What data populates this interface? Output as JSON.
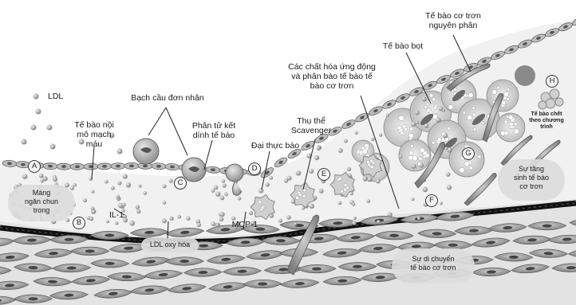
{
  "labels": {
    "ldl": "LDL",
    "endothelial": [
      "Tế bào nội",
      "mô mạch",
      "máu"
    ],
    "monocyte": "Bạch cầu đơn nhân",
    "adhesion": [
      "Phân tử kết",
      "dính tế bào"
    ],
    "macrophage": "Đại thực bào",
    "scavenger": [
      "Thụ thể",
      "Scavenger"
    ],
    "chemo": [
      "Các chất hóa ứng động",
      "và phân bào tế bào tế",
      "bào cơ trơn"
    ],
    "foam": "Tế bào bọt",
    "smc_division": [
      "Tế bào cơ trơn",
      "nguyên phân"
    ],
    "dead": [
      "Tế bào chết",
      "theo chương",
      "trình"
    ],
    "proliferation": [
      "Sự tăng",
      "sinh tế bào",
      "cơ trơn"
    ],
    "migration": [
      "Sự di chuyển",
      "tế bào cơ trơn"
    ],
    "ox_ldl": "LDL oxy hóa",
    "mcp1": "MCP-1",
    "il1": "IL-1",
    "lamina": [
      "Màng",
      "ngăn chun",
      "trong"
    ]
  },
  "letters": [
    "A",
    "B",
    "C",
    "D",
    "E",
    "F",
    "G",
    "H"
  ]
}
